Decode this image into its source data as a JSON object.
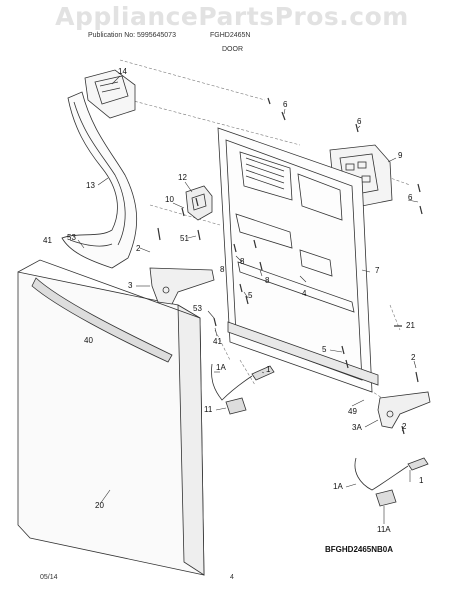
{
  "watermark": "AppliancePartsPros.com",
  "header": {
    "publication": "Publication No: 5995645073",
    "model": "FGHD2465N",
    "section": "DOOR"
  },
  "footer": {
    "date": "05/14",
    "page": "4"
  },
  "diagram_code": "BFGHD2465NB0A",
  "callouts": {
    "c14": "14",
    "c13": "13",
    "c12": "12",
    "c10": "10",
    "c6a": "6",
    "c6b": "6",
    "c6c": "6",
    "c9": "9",
    "c7": "7",
    "c51": "51",
    "c2a": "2",
    "c53a": "53",
    "c41a": "41",
    "c8a": "8",
    "c8b": "8",
    "c8c": "8",
    "c4": "4",
    "c3": "3",
    "c5a": "5",
    "c53b": "53",
    "c41b": "41",
    "c40": "40",
    "c21": "21",
    "c5b": "5",
    "c2b": "2",
    "c1a": "1A",
    "c1": "1",
    "c11": "11",
    "c49": "49",
    "c3a": "3A",
    "c2c": "2",
    "c20": "20",
    "c1a2": "1A",
    "c1b": "1",
    "c11a": "11A"
  }
}
